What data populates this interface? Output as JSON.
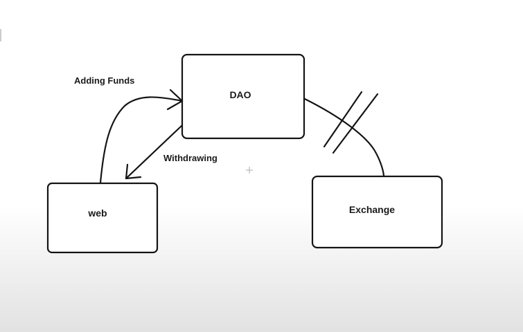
{
  "nodes": {
    "dao": "DAO",
    "web": "web",
    "exchange": "Exchange"
  },
  "edges": {
    "adding_funds": "Adding Funds",
    "withdrawing": "Withdrawing"
  },
  "colors": {
    "ink": "#141414",
    "background": "#ffffff",
    "bottom_fade": "#e2e2e2"
  }
}
